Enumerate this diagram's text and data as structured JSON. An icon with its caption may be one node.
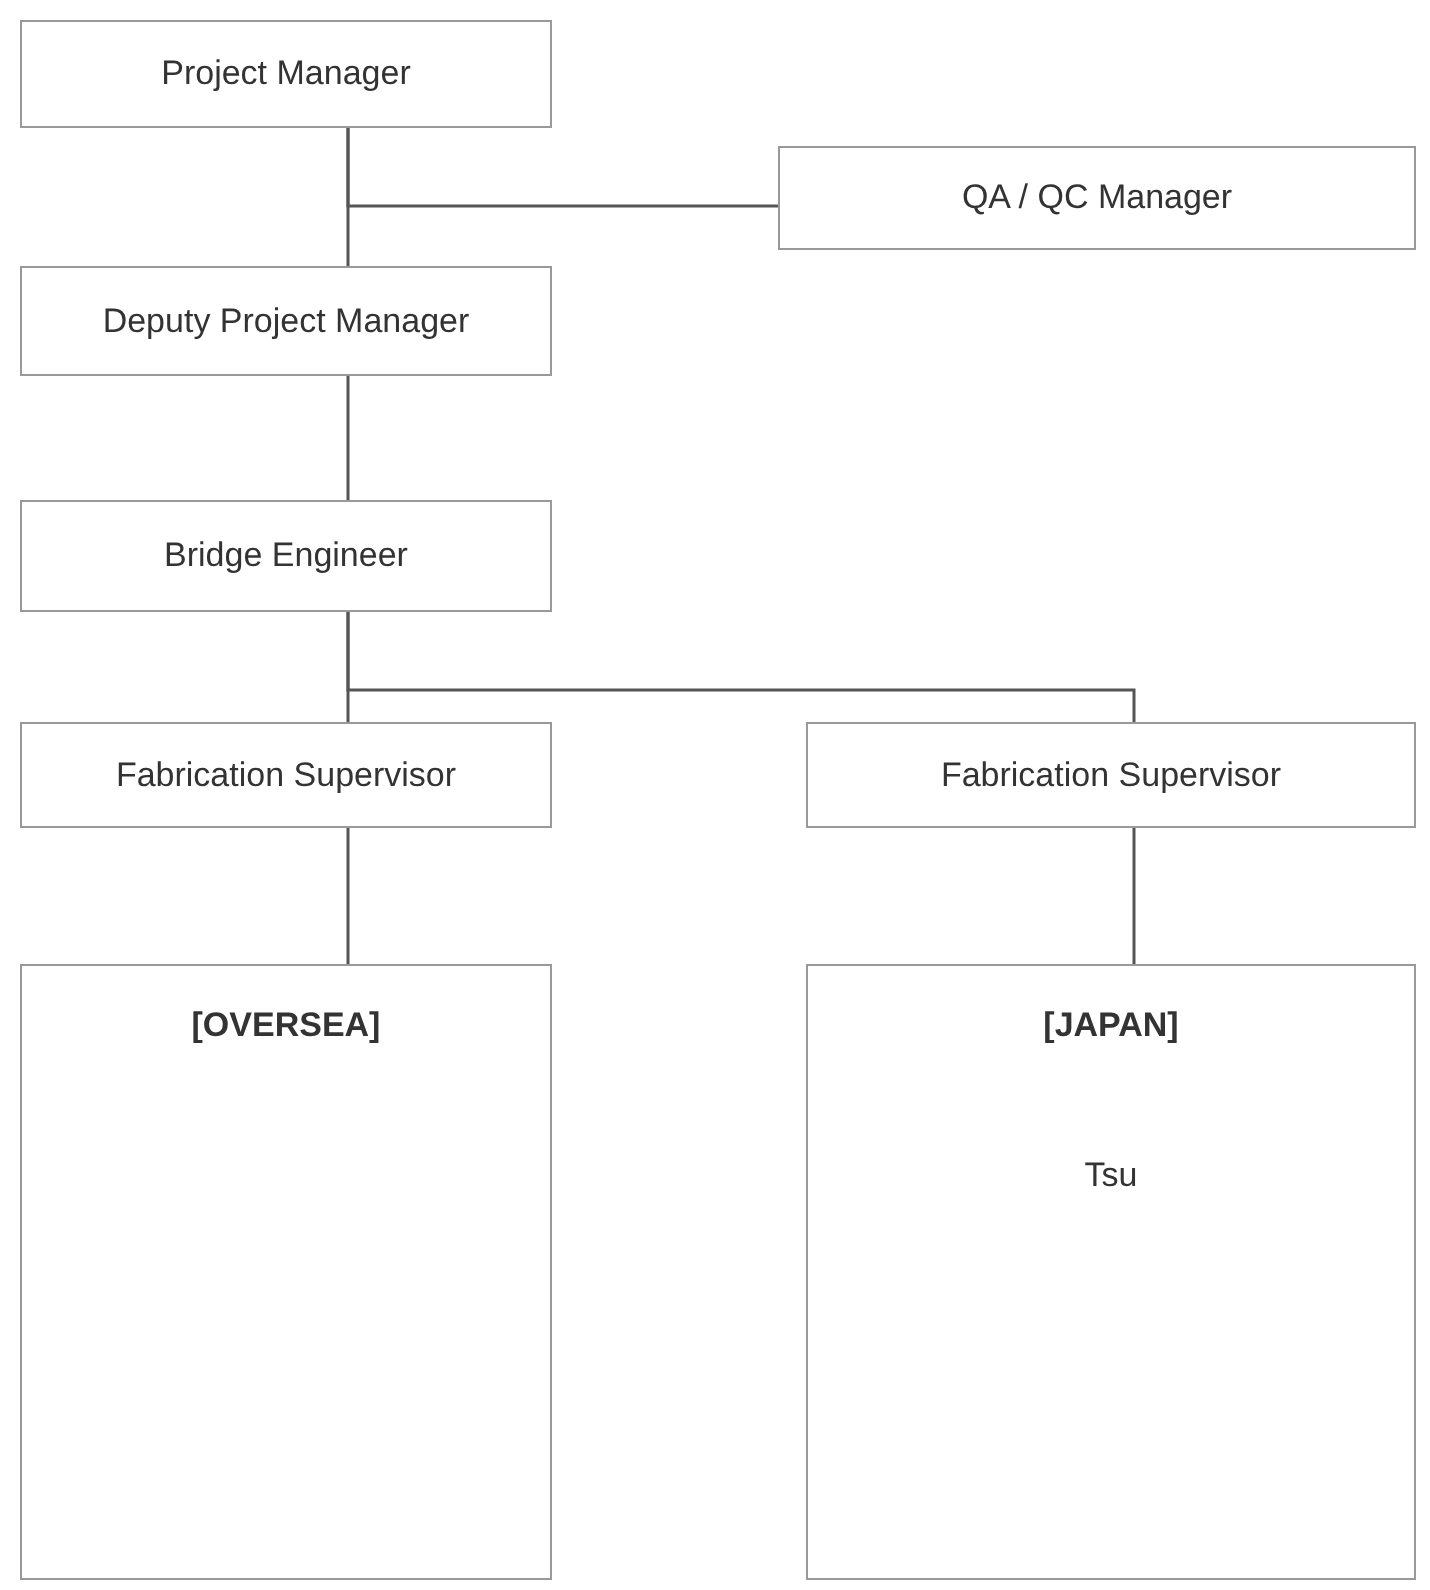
{
  "diagram": {
    "nodes": [
      {
        "text": [
          "Project Manager"
        ]
      },
      {
        "text": [
          "QA / QC Manager"
        ]
      },
      {
        "text": [
          "Deputy Project Manager"
        ]
      },
      {
        "text": [
          "Bridge Engineer"
        ]
      },
      {
        "text": [
          "Fabrication Supervisor"
        ]
      },
      {
        "text": [
          "Fabrication Supervisor"
        ]
      },
      {
        "text": [
          "[OVERSEA]"
        ]
      },
      {
        "text": [
          "[JAPAN]",
          "Tsu"
        ]
      }
    ],
    "edges": [
      {
        "from": 0,
        "to": 2,
        "arrow": "none"
      },
      {
        "from": 0,
        "to": 1,
        "arrow": "none"
      },
      {
        "from": 2,
        "to": 3,
        "arrow": "none"
      },
      {
        "from": 3,
        "to": 4,
        "arrow": "none"
      },
      {
        "from": 3,
        "to": 5,
        "arrow": "none"
      },
      {
        "from": 4,
        "to": 6,
        "arrow": "none"
      },
      {
        "from": 5,
        "to": 7,
        "arrow": "none"
      }
    ]
  }
}
